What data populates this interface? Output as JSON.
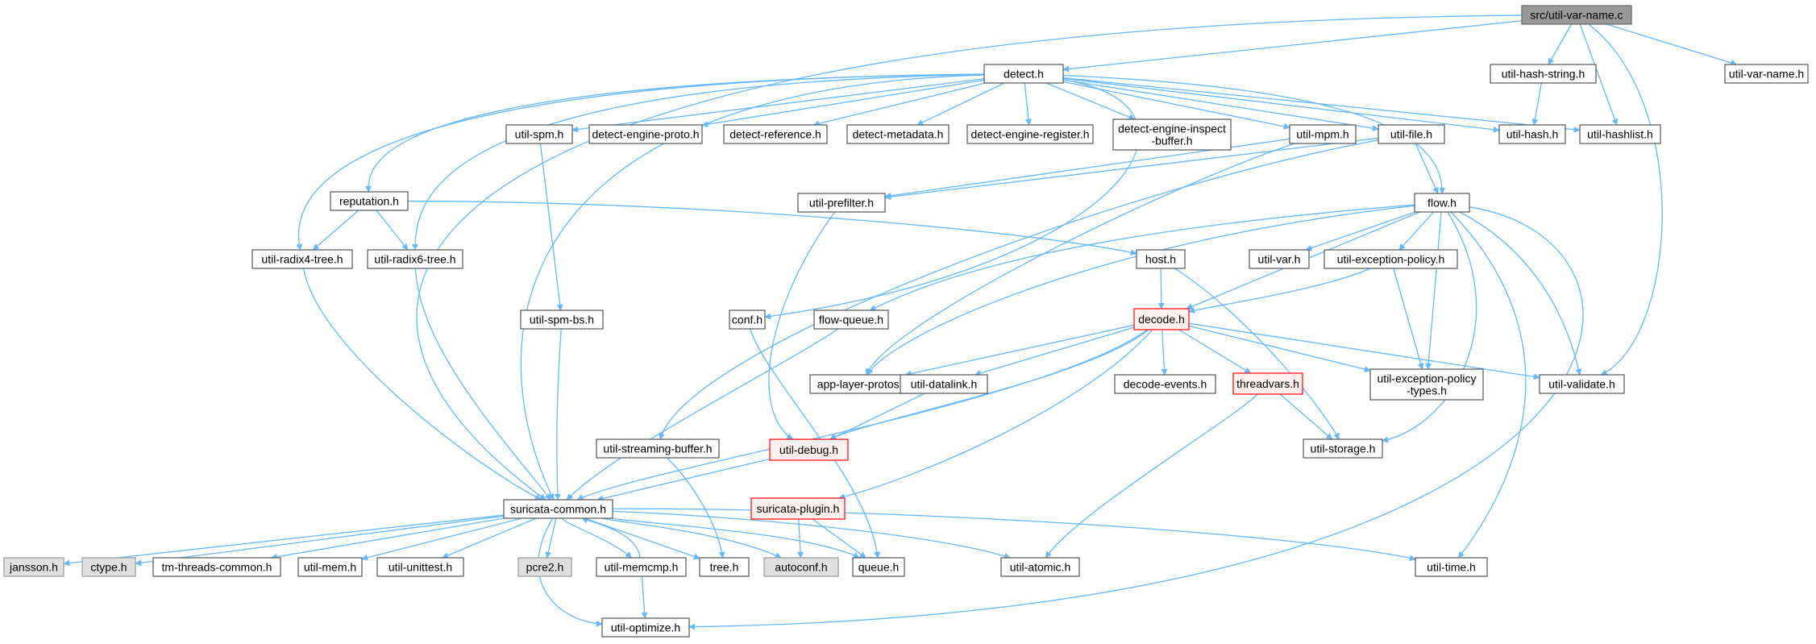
{
  "colors": {
    "edge": "#63b8ff",
    "node_fill": "#ffffff",
    "node_border": "#555555",
    "root_fill": "#999999",
    "root_border": "#666666",
    "external_fill": "#e0e0e0",
    "external_border": "#999999",
    "truncated_fill": "#fff0f0",
    "truncated_border": "#ff0000"
  },
  "graph": {
    "nodes": [
      {
        "id": "root",
        "lines": [
          "src/util-var-name.c"
        ],
        "kind": "root"
      },
      {
        "id": "detect",
        "lines": [
          "detect.h"
        ],
        "kind": "normal"
      },
      {
        "id": "hashstr",
        "lines": [
          "util-hash-string.h"
        ],
        "kind": "normal"
      },
      {
        "id": "varnameh",
        "lines": [
          "util-var-name.h"
        ],
        "kind": "normal"
      },
      {
        "id": "hash",
        "lines": [
          "util-hash.h"
        ],
        "kind": "normal"
      },
      {
        "id": "hashlist",
        "lines": [
          "util-hashlist.h"
        ],
        "kind": "normal"
      },
      {
        "id": "spm",
        "lines": [
          "util-spm.h"
        ],
        "kind": "normal"
      },
      {
        "id": "deproto",
        "lines": [
          "detect-engine-proto.h"
        ],
        "kind": "normal"
      },
      {
        "id": "dref",
        "lines": [
          "detect-reference.h"
        ],
        "kind": "normal"
      },
      {
        "id": "dmeta",
        "lines": [
          "detect-metadata.h"
        ],
        "kind": "normal"
      },
      {
        "id": "dereg",
        "lines": [
          "detect-engine-register.h"
        ],
        "kind": "normal"
      },
      {
        "id": "deinsp",
        "lines": [
          "detect-engine-inspect",
          "-buffer.h"
        ],
        "kind": "normal"
      },
      {
        "id": "mpm",
        "lines": [
          "util-mpm.h"
        ],
        "kind": "normal"
      },
      {
        "id": "file",
        "lines": [
          "util-file.h"
        ],
        "kind": "normal"
      },
      {
        "id": "reputation",
        "lines": [
          "reputation.h"
        ],
        "kind": "normal"
      },
      {
        "id": "prefilter",
        "lines": [
          "util-prefilter.h"
        ],
        "kind": "normal"
      },
      {
        "id": "flow",
        "lines": [
          "flow.h"
        ],
        "kind": "normal"
      },
      {
        "id": "radix4",
        "lines": [
          "util-radix4-tree.h"
        ],
        "kind": "normal"
      },
      {
        "id": "radix6",
        "lines": [
          "util-radix6-tree.h"
        ],
        "kind": "normal"
      },
      {
        "id": "host",
        "lines": [
          "host.h"
        ],
        "kind": "normal"
      },
      {
        "id": "var",
        "lines": [
          "util-var.h"
        ],
        "kind": "normal"
      },
      {
        "id": "excpol",
        "lines": [
          "util-exception-policy.h"
        ],
        "kind": "normal"
      },
      {
        "id": "spmbs",
        "lines": [
          "util-spm-bs.h"
        ],
        "kind": "normal"
      },
      {
        "id": "conf",
        "lines": [
          "conf.h"
        ],
        "kind": "normal"
      },
      {
        "id": "flowq",
        "lines": [
          "flow-queue.h"
        ],
        "kind": "normal"
      },
      {
        "id": "decode",
        "lines": [
          "decode.h"
        ],
        "kind": "truncated"
      },
      {
        "id": "alproto",
        "lines": [
          "app-layer-protos.h"
        ],
        "kind": "normal"
      },
      {
        "id": "datalink",
        "lines": [
          "util-datalink.h"
        ],
        "kind": "normal"
      },
      {
        "id": "devents",
        "lines": [
          "decode-events.h"
        ],
        "kind": "normal"
      },
      {
        "id": "threadvars",
        "lines": [
          "threadvars.h"
        ],
        "kind": "truncated"
      },
      {
        "id": "excpoltypes",
        "lines": [
          "util-exception-policy",
          "-types.h"
        ],
        "kind": "normal"
      },
      {
        "id": "validate",
        "lines": [
          "util-validate.h"
        ],
        "kind": "normal"
      },
      {
        "id": "streambuf",
        "lines": [
          "util-streaming-buffer.h"
        ],
        "kind": "normal"
      },
      {
        "id": "debug",
        "lines": [
          "util-debug.h"
        ],
        "kind": "truncated"
      },
      {
        "id": "storage",
        "lines": [
          "util-storage.h"
        ],
        "kind": "normal"
      },
      {
        "id": "common",
        "lines": [
          "suricata-common.h"
        ],
        "kind": "normal"
      },
      {
        "id": "plugin",
        "lines": [
          "suricata-plugin.h"
        ],
        "kind": "truncated"
      },
      {
        "id": "jansson",
        "lines": [
          "jansson.h"
        ],
        "kind": "external"
      },
      {
        "id": "ctype",
        "lines": [
          "ctype.h"
        ],
        "kind": "external"
      },
      {
        "id": "tmthreads",
        "lines": [
          "tm-threads-common.h"
        ],
        "kind": "normal"
      },
      {
        "id": "mem",
        "lines": [
          "util-mem.h"
        ],
        "kind": "normal"
      },
      {
        "id": "unittest",
        "lines": [
          "util-unittest.h"
        ],
        "kind": "normal"
      },
      {
        "id": "pcre2",
        "lines": [
          "pcre2.h"
        ],
        "kind": "external"
      },
      {
        "id": "memcmp",
        "lines": [
          "util-memcmp.h"
        ],
        "kind": "normal"
      },
      {
        "id": "tree",
        "lines": [
          "tree.h"
        ],
        "kind": "normal"
      },
      {
        "id": "autoconf",
        "lines": [
          "autoconf.h"
        ],
        "kind": "external"
      },
      {
        "id": "queue",
        "lines": [
          "queue.h"
        ],
        "kind": "normal"
      },
      {
        "id": "atomic",
        "lines": [
          "util-atomic.h"
        ],
        "kind": "normal"
      },
      {
        "id": "time",
        "lines": [
          "util-time.h"
        ],
        "kind": "normal"
      },
      {
        "id": "optimize",
        "lines": [
          "util-optimize.h"
        ],
        "kind": "normal"
      }
    ],
    "edges": [
      [
        "root",
        "detect"
      ],
      [
        "root",
        "hashstr"
      ],
      [
        "root",
        "varnameh"
      ],
      [
        "root",
        "hashlist"
      ],
      [
        "root",
        "validate"
      ],
      [
        "root",
        "common"
      ],
      [
        "hashstr",
        "hash"
      ],
      [
        "detect",
        "spm"
      ],
      [
        "detect",
        "deproto"
      ],
      [
        "detect",
        "dref"
      ],
      [
        "detect",
        "dmeta"
      ],
      [
        "detect",
        "dereg"
      ],
      [
        "detect",
        "deinsp"
      ],
      [
        "detect",
        "mpm"
      ],
      [
        "detect",
        "file"
      ],
      [
        "detect",
        "hash"
      ],
      [
        "detect",
        "hashlist"
      ],
      [
        "detect",
        "reputation"
      ],
      [
        "detect",
        "radix4"
      ],
      [
        "detect",
        "radix6"
      ],
      [
        "detect",
        "common"
      ],
      [
        "detect",
        "flow"
      ],
      [
        "detect",
        "conf"
      ],
      [
        "spm",
        "spmbs"
      ],
      [
        "spmbs",
        "common"
      ],
      [
        "mpm",
        "prefilter"
      ],
      [
        "mpm",
        "alproto"
      ],
      [
        "file",
        "flow"
      ],
      [
        "file",
        "prefilter"
      ],
      [
        "file",
        "streambuf"
      ],
      [
        "reputation",
        "radix4"
      ],
      [
        "reputation",
        "radix6"
      ],
      [
        "reputation",
        "host"
      ],
      [
        "radix4",
        "common"
      ],
      [
        "radix6",
        "common"
      ],
      [
        "prefilter",
        "debug"
      ],
      [
        "flow",
        "var"
      ],
      [
        "flow",
        "excpol"
      ],
      [
        "flow",
        "decode"
      ],
      [
        "flow",
        "flowq"
      ],
      [
        "flow",
        "alproto"
      ],
      [
        "flow",
        "excpoltypes"
      ],
      [
        "flow",
        "validate"
      ],
      [
        "flow",
        "storage"
      ],
      [
        "flow",
        "time"
      ],
      [
        "flow",
        "optimize"
      ],
      [
        "host",
        "decode"
      ],
      [
        "host",
        "storage"
      ],
      [
        "excpol",
        "decode"
      ],
      [
        "excpol",
        "excpoltypes"
      ],
      [
        "conf",
        "queue"
      ],
      [
        "flowq",
        "common"
      ],
      [
        "decode",
        "alproto"
      ],
      [
        "decode",
        "datalink"
      ],
      [
        "decode",
        "devents"
      ],
      [
        "decode",
        "threadvars"
      ],
      [
        "decode",
        "excpoltypes"
      ],
      [
        "decode",
        "validate"
      ],
      [
        "decode",
        "debug"
      ],
      [
        "decode",
        "common"
      ],
      [
        "decode",
        "plugin"
      ],
      [
        "datalink",
        "debug"
      ],
      [
        "threadvars",
        "storage"
      ],
      [
        "threadvars",
        "atomic"
      ],
      [
        "streambuf",
        "tree"
      ],
      [
        "debug",
        "common"
      ],
      [
        "plugin",
        "autoconf"
      ],
      [
        "plugin",
        "queue"
      ],
      [
        "common",
        "jansson"
      ],
      [
        "common",
        "ctype"
      ],
      [
        "common",
        "tmthreads"
      ],
      [
        "common",
        "mem"
      ],
      [
        "common",
        "unittest"
      ],
      [
        "common",
        "pcre2"
      ],
      [
        "common",
        "memcmp"
      ],
      [
        "common",
        "tree"
      ],
      [
        "common",
        "autoconf"
      ],
      [
        "common",
        "queue"
      ],
      [
        "common",
        "atomic"
      ],
      [
        "common",
        "time"
      ],
      [
        "common",
        "optimize"
      ],
      [
        "memcmp",
        "common"
      ],
      [
        "memcmp",
        "optimize"
      ]
    ]
  }
}
